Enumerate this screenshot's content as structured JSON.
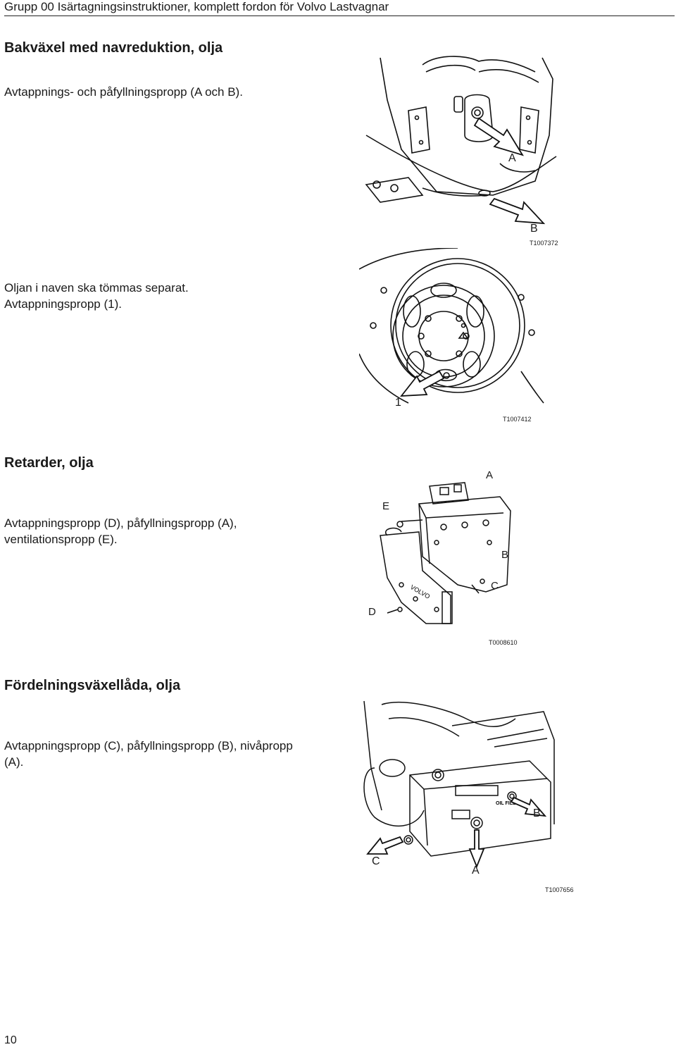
{
  "header": {
    "title": "Grupp 00 Isärtagningsinstruktioner, komplett fordon för Volvo Lastvagnar"
  },
  "sections": [
    {
      "heading": "Bakväxel med navreduktion, olja",
      "paragraphs": [
        "Avtappnings- och påfyllningspropp (A och B).",
        "Oljan i naven ska tömmas separat.",
        "Avtappningspropp (1)."
      ],
      "figures": [
        {
          "ref": "T1007372",
          "labels": [
            "A",
            "B"
          ]
        },
        {
          "ref": "T1007412",
          "labels": [
            "1"
          ]
        }
      ]
    },
    {
      "heading": "Retarder, olja",
      "paragraphs": [
        "Avtappningspropp (D), påfyllningspropp (A),",
        "ventilationspropp (E)."
      ],
      "figures": [
        {
          "ref": "T0008610",
          "labels": [
            "A",
            "E",
            "B",
            "C",
            "D"
          ]
        }
      ]
    },
    {
      "heading": "Fördelningsväxellåda, olja",
      "paragraphs": [
        "Avtappningspropp (C), påfyllningspropp (B), nivåpropp",
        "(A)."
      ],
      "figures": [
        {
          "ref": "T1007656",
          "labels": [
            "B",
            "C",
            "A"
          ]
        }
      ]
    }
  ],
  "page_number": "10"
}
